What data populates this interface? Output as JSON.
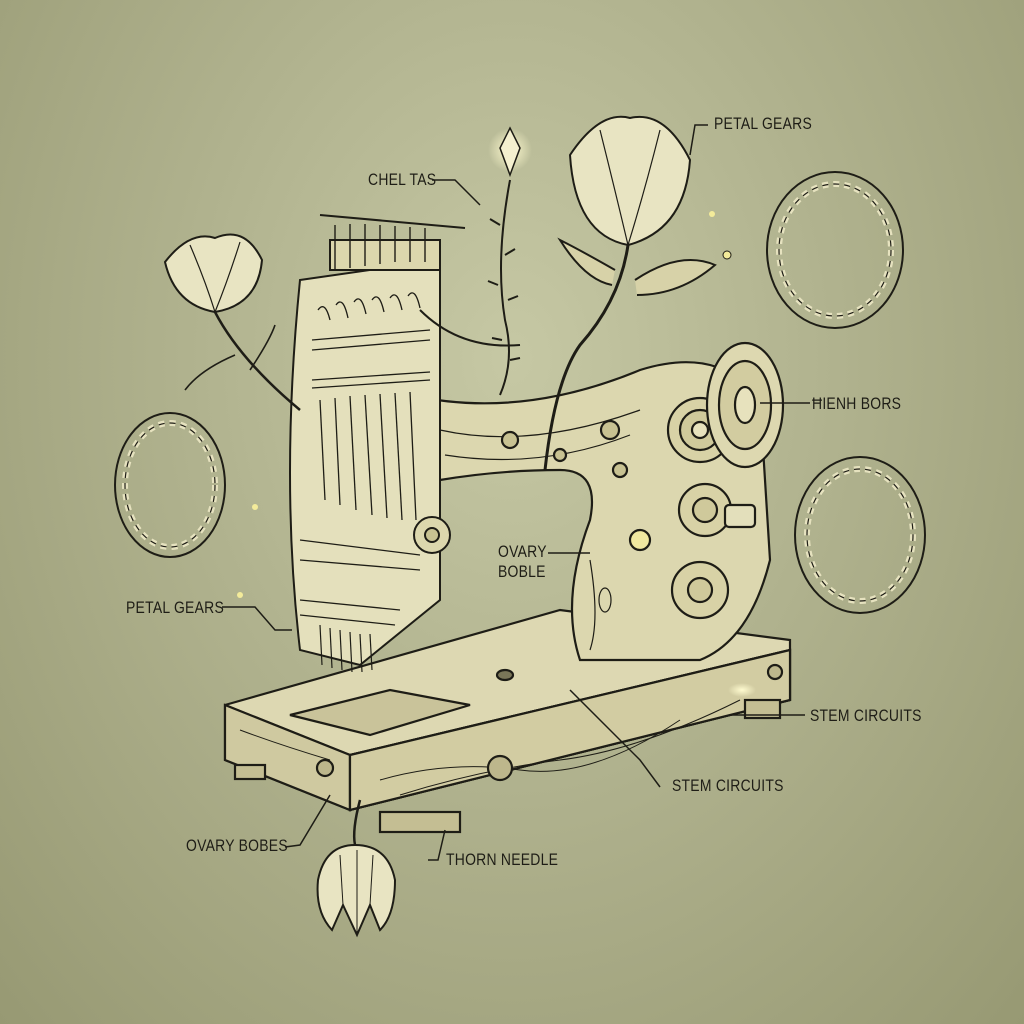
{
  "diagram": {
    "title": "Botanical sewing machine (illustrated anatomy)",
    "colors": {
      "background": "#b0b28e",
      "ink": "#1e1d16",
      "cream": "#e9e5c4",
      "wood": "#d9d4ae",
      "glow": "#f3eb9a"
    },
    "labels": [
      {
        "id": "chel-tas",
        "text": "CHEL TAS"
      },
      {
        "id": "petal-gears-top",
        "text": "PETAL GEARS"
      },
      {
        "id": "hienh-bors",
        "text": "ĦIENH BORS"
      },
      {
        "id": "ovary-boble",
        "text": "OVARY\nBOBLE"
      },
      {
        "id": "petal-gears-left",
        "text": "PETAL GEARS"
      },
      {
        "id": "stem-circuits-right",
        "text": "STEM CIRCUITS"
      },
      {
        "id": "stem-circuits-bottom",
        "text": "STEM CIRCUITS"
      },
      {
        "id": "ovary-bobes",
        "text": "OVARY BOBES"
      },
      {
        "id": "thorn-needle",
        "text": "THORN NEEDLE"
      }
    ],
    "elements": [
      "sewing-machine-body",
      "needle-bar-comb",
      "wooden-base",
      "tulip-top",
      "tulip-left",
      "tulip-bottom",
      "thorn-stem",
      "crystal-bulb",
      "hand-wheel",
      "gear-cluster",
      "laurel-wreath-left",
      "laurel-wreath-top-right",
      "laurel-wreath-right"
    ]
  }
}
